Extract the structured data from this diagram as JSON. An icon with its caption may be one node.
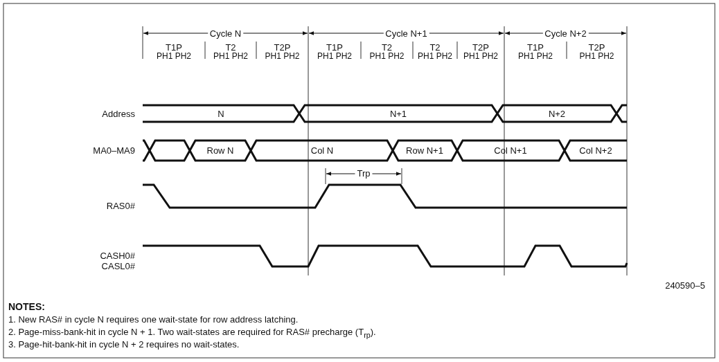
{
  "diagram": {
    "labels": [
      "Cycle N",
      "Cycle N+1",
      "Cycle N+2",
      "T1P",
      "T2",
      "T2P",
      "T1P",
      "T2",
      "T2",
      "T2P",
      "T1P",
      "T2P",
      "PH1 PH2",
      "PH1 PH2",
      "PH1 PH2",
      "PH1 PH2",
      "PH1 PH2",
      "PH1 PH2",
      "PH1 PH2",
      "PH1 PH2",
      "PH1 PH2",
      "Address",
      "N",
      "N+1",
      "N+2",
      "MA0–MA9",
      "Row N",
      "Col N",
      "Row N+1",
      "Col N+1",
      "Col N+2",
      "Trp",
      "RAS0#",
      "CASH0#",
      "CASL0#",
      "240590–5",
      "NOTES:",
      "1. New RAS# in cycle N requires one wait-state for row address latching.",
      "2. Page-miss-bank-hit in cycle N + 1. Two wait-states are required for RAS# precharge (T$_{rp}$).",
      "3. Page-hit-bank-hit in cycle N + 2 requires no wait-states."
    ]
  }
}
